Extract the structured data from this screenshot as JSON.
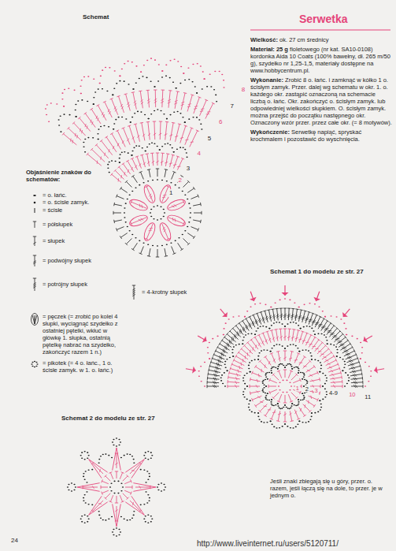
{
  "diagram": {
    "title": "Serwetka",
    "labels": [
      "Schemat",
      "Wielkość:",
      "ok. 27 cm średnicy",
      "Materiał:",
      "25 g",
      "fioletowego (nr kat. SA10-0108) kordonka Aida 10 Coats (100% bawełny, dł. 265 m/50 g), szydełko nr 1,25-1,5, materiały dostępne na www.hobbycentrum.pl.",
      "Wykonanie:",
      "Zrobić 8 o. łańc. i zamknąć w kółko 1 o. ścisłym zamyk. Przer. dalej wg schematu w okr. 1. o. każdego okr. zastąpić oznaczoną na schemacie liczbą o. łańc. Okr. zakończyć o. ścisłym zamyk. lub odpowiedniej wielkości słupkiem. O. ścisłym zamyk. można przejść do początku następnego okr. Oznaczony wzór przer. przez całe okr. (= 8 motywów).",
      "Wykończenie:",
      "Serwetkę napiąć, spryskać krochmalem i pozostawić do wyschnięcia.",
      "8",
      "7",
      "6",
      "5",
      "4",
      "3",
      "2",
      "1",
      "Objaśnienie znaków do schematów:",
      "Schemat 1 do modelu ze str. 27",
      "1",
      "2",
      "3",
      "4-9",
      "10",
      "11",
      "Schemat 2 do modelu ze str. 27",
      "Jeśli znaki zbiegają się u góry, przer. o. razem, jeśli łączą się na dole, to przer. je w jednym o.",
      "24",
      "http://www.liveinternet.ru/users/5120711/"
    ],
    "legend": [
      {
        "text": "= o. łańc."
      },
      {
        "text": "= o. ścisłe zamyk."
      },
      {
        "text": "= ścisłe"
      },
      {
        "text": "= półsłupek"
      },
      {
        "text": "= słupek"
      },
      {
        "text": "= podwójny słupek"
      },
      {
        "text": "= potrójny słupek"
      },
      {
        "text": "= 4-krotny słupek"
      },
      {
        "text": "= pęczek (= zrobić po kolei 4 słupki, wyciągnąć szydełko z ostatniej pętelki, wkłuć w główkę 1. słupka, ostatnią pętelkę nabrać na szydełko, zakończyć razem 1 n.)"
      },
      {
        "text": "= pikotek (= 4 o. łańc., 1 o. ścisłe zamyk. w 1. o. łańc.)"
      }
    ]
  }
}
